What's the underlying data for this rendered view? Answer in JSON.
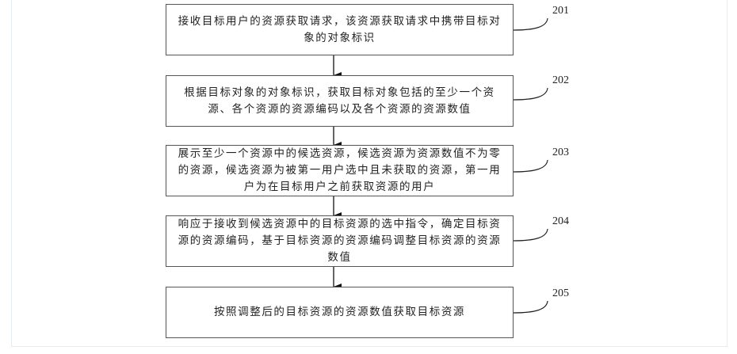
{
  "diagram": {
    "steps": [
      {
        "id": "201",
        "text": "接收目标用户的资源获取请求，该资源获取请求中携带目标对象的对象标识"
      },
      {
        "id": "202",
        "text": "根据目标对象的对象标识，获取目标对象包括的至少一个资源、各个资源的资源编码以及各个资源的资源数值"
      },
      {
        "id": "203",
        "text": "展示至少一个资源中的候选资源，候选资源为资源数值不为零的资源，候选资源为被第一用户选中且未获取的资源，第一用户为在目标用户之前获取资源的用户"
      },
      {
        "id": "204",
        "text": "响应于接收到候选资源中的目标资源的选中指令，确定目标资源的资源编码，基于目标资源的资源编码调整目标资源的资源数值"
      },
      {
        "id": "205",
        "text": "按照调整后的目标资源的资源数值获取目标资源"
      }
    ]
  }
}
